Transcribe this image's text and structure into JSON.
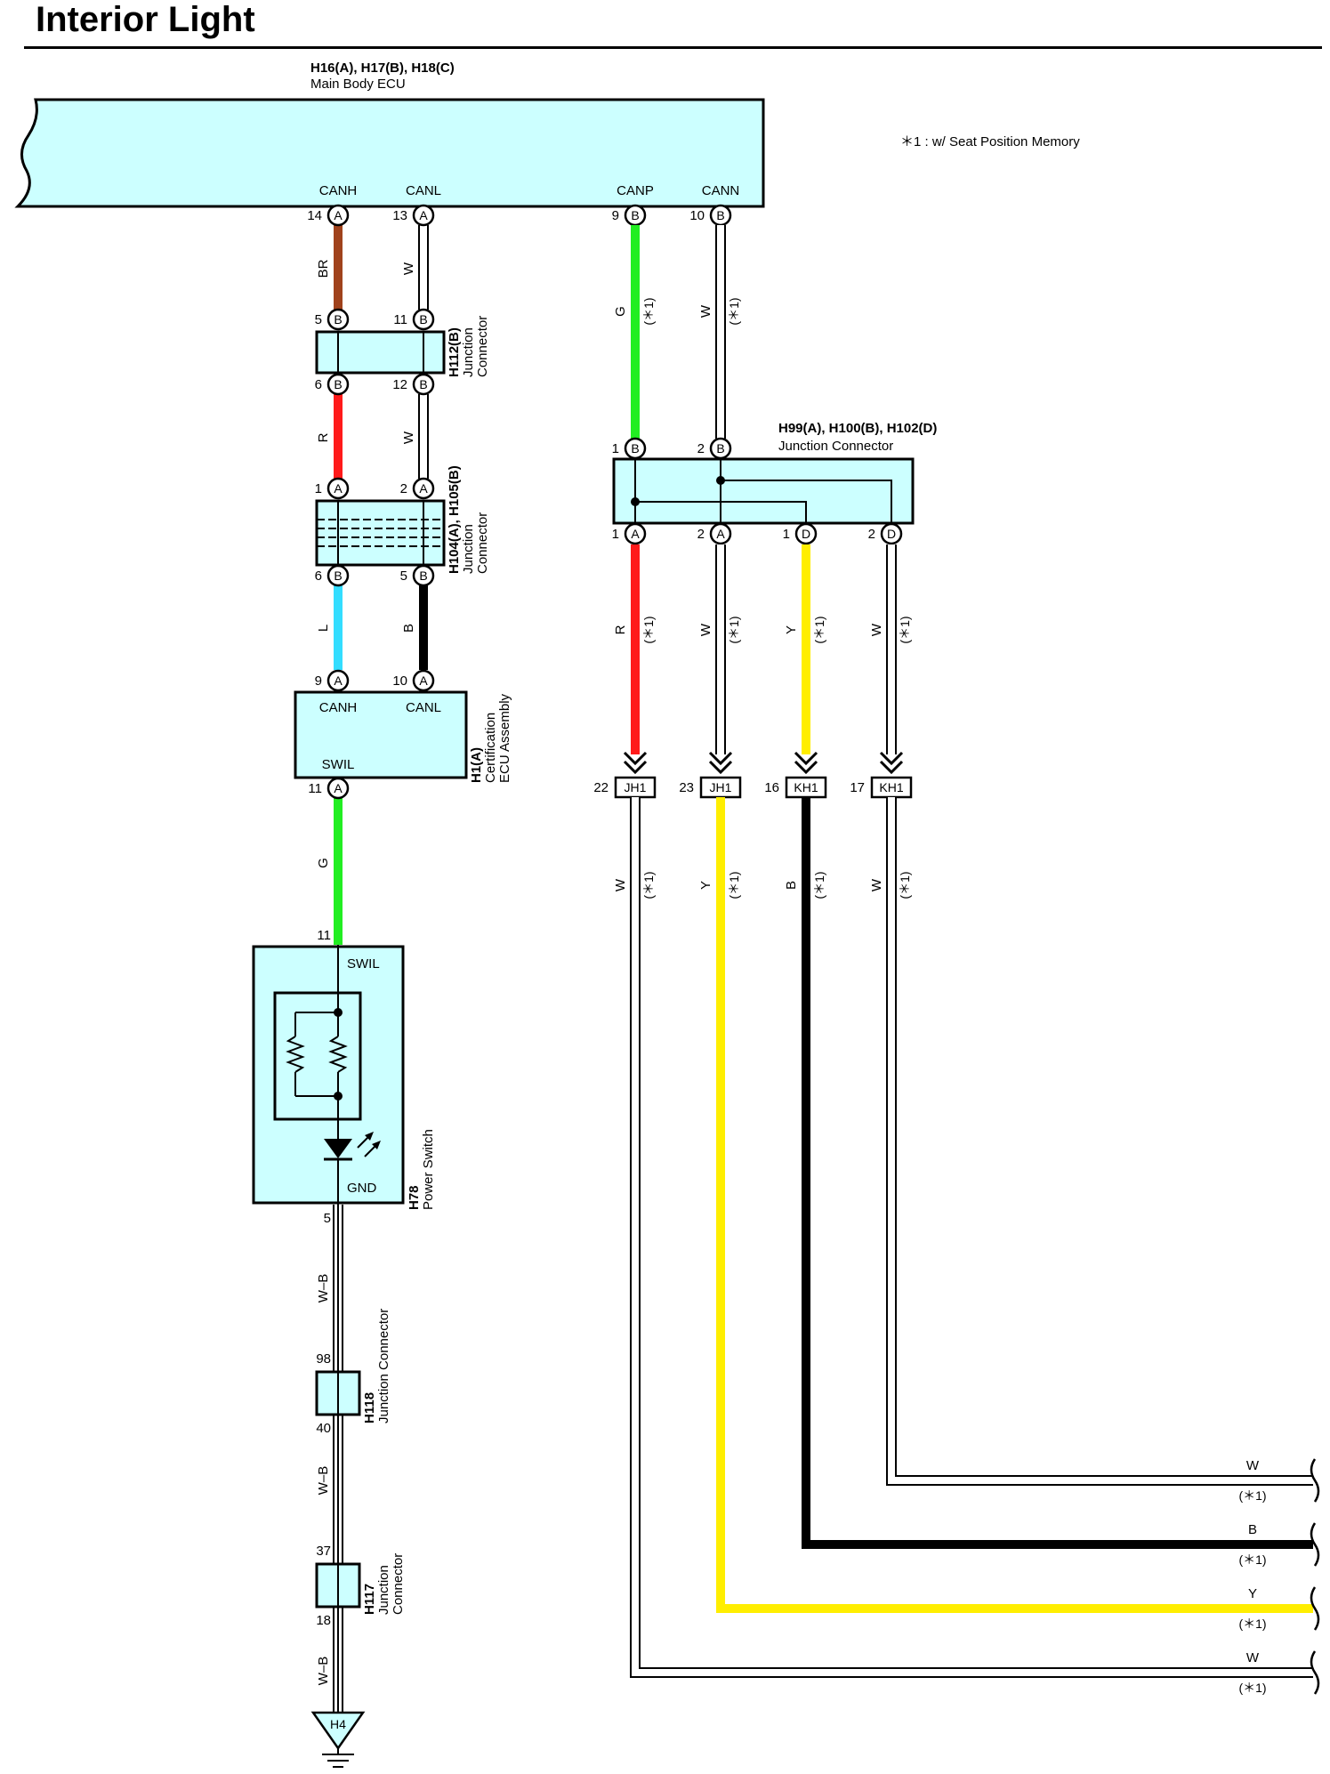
{
  "title": "Interior Light",
  "note": "＊1 : w/ Seat Position Memory",
  "colors": {
    "component_fill": "#ccffff",
    "wire_brown": "#a0421c",
    "wire_red": "#ff1a1a",
    "wire_green": "#22ee22",
    "wire_blue": "#33ddff",
    "wire_yellow": "#ffee00",
    "wire_black": "#000000",
    "wire_white": "#ffffff"
  },
  "components": {
    "main_ecu": {
      "code": "H16(A), H17(B), H18(C)",
      "name": "Main Body ECU",
      "terminals": [
        "CANH",
        "CANL",
        "CANP",
        "CANN"
      ],
      "pins": [
        "14",
        "13",
        "9",
        "10"
      ],
      "connectors": [
        "A",
        "A",
        "B",
        "B"
      ]
    },
    "h112": {
      "code": "H112(B)",
      "name_line1": "Junction",
      "name_line2": "Connector",
      "top_pins": [
        "5",
        "11"
      ],
      "bottom_pins": [
        "6",
        "12"
      ],
      "connectors": [
        "B",
        "B",
        "B",
        "B"
      ]
    },
    "h104": {
      "code": "H104(A), H105(B)",
      "name_line1": "Junction",
      "name_line2": "Connector",
      "top_pins": [
        "1",
        "2"
      ],
      "bottom_pins": [
        "6",
        "5"
      ],
      "top_connectors": [
        "A",
        "A"
      ],
      "bottom_connectors": [
        "B",
        "B"
      ]
    },
    "h1": {
      "code": "H1(A)",
      "name_line1": "Certification",
      "name_line2": "ECU Assembly",
      "terminals": [
        "CANH",
        "CANL",
        "SWIL"
      ],
      "pins": [
        "9",
        "10",
        "11"
      ],
      "connectors": [
        "A",
        "A",
        "A"
      ]
    },
    "h78": {
      "code": "H78",
      "name": "Power Switch",
      "terminals": [
        "SWIL",
        "GND"
      ],
      "pins": [
        "11",
        "5"
      ]
    },
    "h118": {
      "code": "H118",
      "name": "Junction Connector",
      "pins": [
        "98",
        "40"
      ]
    },
    "h117": {
      "code": "H117",
      "name_line1": "Junction",
      "name_line2": "Connector",
      "pins": [
        "37",
        "18"
      ]
    },
    "ground": {
      "code": "H4"
    },
    "h99": {
      "code": "H99(A), H100(B), H102(D)",
      "name": "Junction Connector",
      "top_pins": [
        "1",
        "2"
      ],
      "top_connectors": [
        "B",
        "B"
      ],
      "bottom_pins": [
        "1",
        "2",
        "1",
        "2"
      ],
      "bottom_connectors": [
        "A",
        "A",
        "D",
        "D"
      ]
    },
    "inline_connectors": {
      "pins": [
        "22",
        "23",
        "16",
        "17"
      ],
      "names": [
        "JH1",
        "JH1",
        "KH1",
        "KH1"
      ]
    }
  },
  "wires": {
    "canh_top": "BR",
    "canl_top": "W",
    "canh_mid": "R",
    "canl_mid": "W",
    "canh_low": "L",
    "canl_low": "B",
    "swil": "G",
    "gnd1": "W–B",
    "gnd2": "W–B",
    "gnd3": "W–B",
    "canp": "G",
    "cann": "W",
    "branch": [
      "R",
      "W",
      "Y",
      "W"
    ],
    "lower": [
      "W",
      "Y",
      "B",
      "W"
    ],
    "exits": [
      "W",
      "B",
      "Y",
      "W"
    ],
    "option_mark": "(＊1)"
  }
}
